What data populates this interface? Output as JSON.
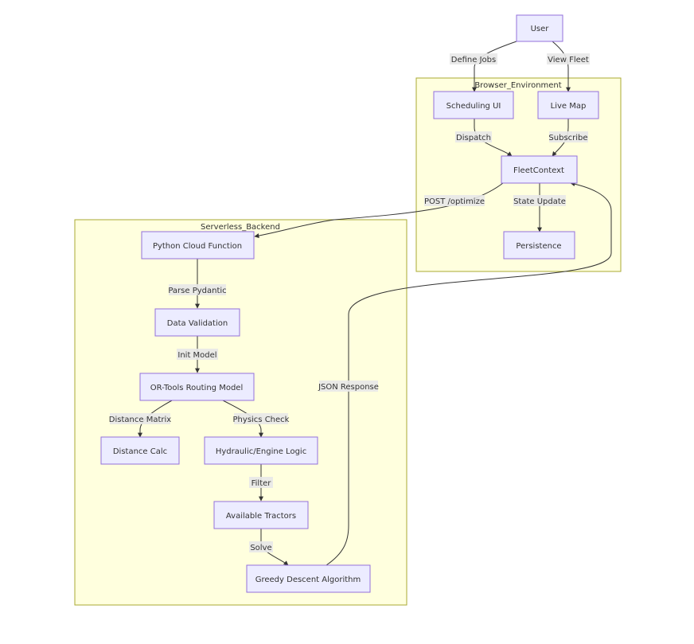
{
  "clusters": {
    "browser": "Browser_Environment",
    "backend": "Serverless_Backend"
  },
  "nodes": {
    "user": "User",
    "scheduling_ui": "Scheduling UI",
    "live_map": "Live Map",
    "fleet_context": "FleetContext",
    "persistence": "Persistence",
    "python_cloud_function": "Python Cloud Function",
    "data_validation": "Data Validation",
    "ortools_routing_model": "OR-Tools Routing Model",
    "distance_calc": "Distance Calc",
    "hydraulic_engine_logic": "Hydraulic/Engine Logic",
    "available_tractors": "Available Tractors",
    "greedy_descent_algorithm": "Greedy Descent Algorithm"
  },
  "edges": {
    "define_jobs": "Define Jobs",
    "view_fleet": "View Fleet",
    "dispatch": "Dispatch",
    "subscribe": "Subscribe",
    "post_optimize": "POST /optimize",
    "state_update": "State Update",
    "parse_pydantic": "Parse Pydantic",
    "init_model": "Init Model",
    "distance_matrix": "Distance Matrix",
    "physics_check": "Physics Check",
    "filter": "Filter",
    "solve": "Solve",
    "json_response": "JSON Response"
  },
  "colors": {
    "cluster_fill": "#ffffde",
    "cluster_stroke": "#aaaa33",
    "node_fill": "#ececff",
    "node_stroke": "#9370db",
    "edge": "#333333"
  }
}
